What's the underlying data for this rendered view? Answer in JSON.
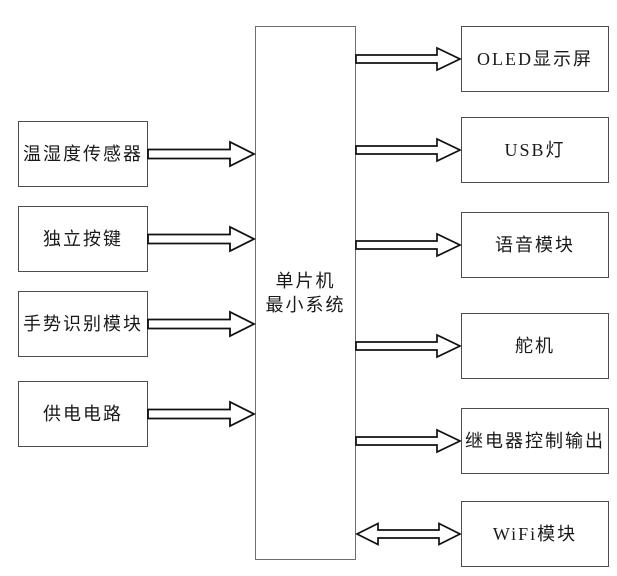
{
  "diagram": {
    "center_module": {
      "line1": "单片机",
      "line2": "最小系统"
    },
    "left_modules": [
      {
        "label": "温湿度传感器"
      },
      {
        "label": "独立按键"
      },
      {
        "label": "手势识别模块"
      },
      {
        "label": "供电电路"
      }
    ],
    "right_modules": [
      {
        "label": "OLED显示屏"
      },
      {
        "label": "USB灯"
      },
      {
        "label": "语音模块"
      },
      {
        "label": "舵机"
      },
      {
        "label": "继电器控制输出"
      },
      {
        "label": "WiFi模块"
      }
    ],
    "connections": [
      {
        "from": "温湿度传感器",
        "to": "单片机最小系统",
        "direction": "right"
      },
      {
        "from": "独立按键",
        "to": "单片机最小系统",
        "direction": "right"
      },
      {
        "from": "手势识别模块",
        "to": "单片机最小系统",
        "direction": "right"
      },
      {
        "from": "供电电路",
        "to": "单片机最小系统",
        "direction": "right"
      },
      {
        "from": "单片机最小系统",
        "to": "OLED显示屏",
        "direction": "right"
      },
      {
        "from": "单片机最小系统",
        "to": "USB灯",
        "direction": "right"
      },
      {
        "from": "单片机最小系统",
        "to": "语音模块",
        "direction": "right"
      },
      {
        "from": "单片机最小系统",
        "to": "舵机",
        "direction": "right"
      },
      {
        "from": "单片机最小系统",
        "to": "继电器控制输出",
        "direction": "right"
      },
      {
        "from": "单片机最小系统",
        "to": "WiFi模块",
        "direction": "bidirectional"
      }
    ],
    "colors": {
      "background": "#ffffff",
      "box_border": "#4d4d4d",
      "arrow_outline": "#111111",
      "arrow_fill": "#ffffff"
    }
  }
}
